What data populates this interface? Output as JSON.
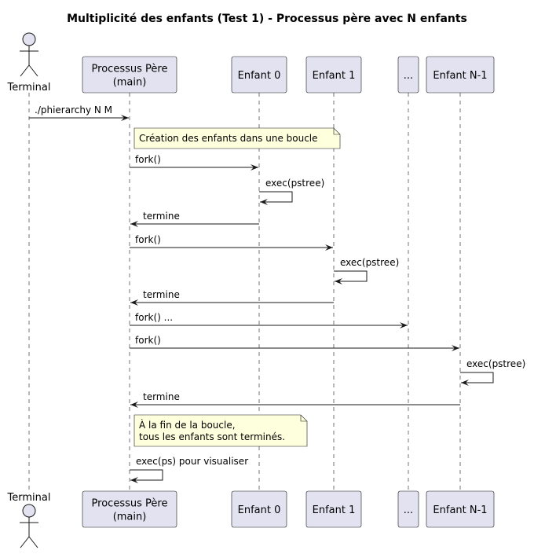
{
  "title": "Multiplicité des enfants (Test 1) - Processus père avec N enfants",
  "participants": [
    {
      "id": "terminal",
      "kind": "actor",
      "lines": [
        "Terminal"
      ]
    },
    {
      "id": "pere",
      "kind": "box",
      "lines": [
        "Processus Père",
        "(main)"
      ]
    },
    {
      "id": "e0",
      "kind": "box",
      "lines": [
        "Enfant 0"
      ]
    },
    {
      "id": "e1",
      "kind": "box",
      "lines": [
        "Enfant 1"
      ]
    },
    {
      "id": "dots",
      "kind": "box",
      "lines": [
        "..."
      ]
    },
    {
      "id": "en1",
      "kind": "box",
      "lines": [
        "Enfant N-1"
      ]
    }
  ],
  "messages": [
    {
      "from": "terminal",
      "to": "pere",
      "label": "./phierarchy N M"
    },
    {
      "note": "Création des enfants dans une boucle",
      "over": [
        "pere",
        "e1"
      ]
    },
    {
      "from": "pere",
      "to": "e0",
      "label": "fork()"
    },
    {
      "from": "e0",
      "to": "e0",
      "label": "exec(pstree)"
    },
    {
      "from": "e0",
      "to": "pere",
      "label": "termine"
    },
    {
      "from": "pere",
      "to": "e1",
      "label": "fork()"
    },
    {
      "from": "e1",
      "to": "e1",
      "label": "exec(pstree)"
    },
    {
      "from": "e1",
      "to": "pere",
      "label": "termine"
    },
    {
      "from": "pere",
      "to": "dots",
      "label": "fork() ..."
    },
    {
      "from": "pere",
      "to": "en1",
      "label": "fork()"
    },
    {
      "from": "en1",
      "to": "en1",
      "label": "exec(pstree)"
    },
    {
      "from": "en1",
      "to": "pere",
      "label": "termine"
    },
    {
      "note": "À la fin de la boucle,\ntous les enfants sont terminés.",
      "over": [
        "pere"
      ]
    },
    {
      "from": "pere",
      "to": "pere",
      "label": "exec(ps) pour visualiser"
    }
  ]
}
